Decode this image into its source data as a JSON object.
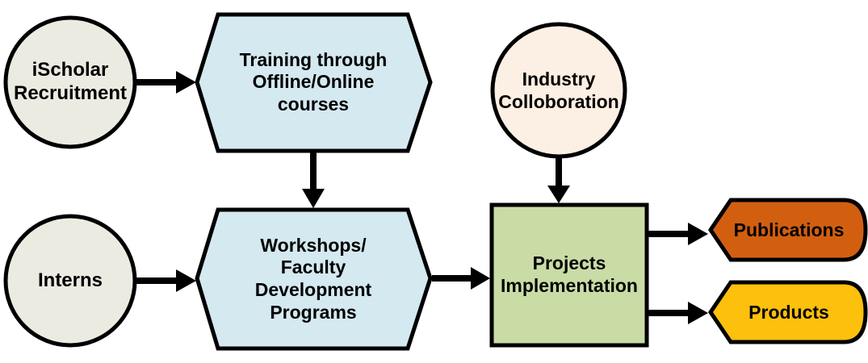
{
  "colors": {
    "circle_fill": "#ecebe1",
    "industry_fill": "#fcefe3",
    "hexagon_fill": "#d4e9f0",
    "projects_fill": "#c9dca6",
    "publications_fill": "#d25f10",
    "products_fill": "#fdc00c",
    "stroke": "#000000"
  },
  "nodes": {
    "ischolar": {
      "line1": "iScholar",
      "line2": "Recruitment"
    },
    "interns": {
      "line1": "Interns"
    },
    "training": {
      "line1": "Training through",
      "line2": "Offline/Online",
      "line3": "courses"
    },
    "workshops": {
      "line1": "Workshops/",
      "line2": "Faculty",
      "line3": "Development",
      "line4": "Programs"
    },
    "industry": {
      "line1": "Industry",
      "line2": "Colloboration"
    },
    "projects": {
      "line1": "Projects",
      "line2": "Implementation"
    },
    "publications": {
      "line1": "Publications"
    },
    "products": {
      "line1": "Products"
    }
  }
}
